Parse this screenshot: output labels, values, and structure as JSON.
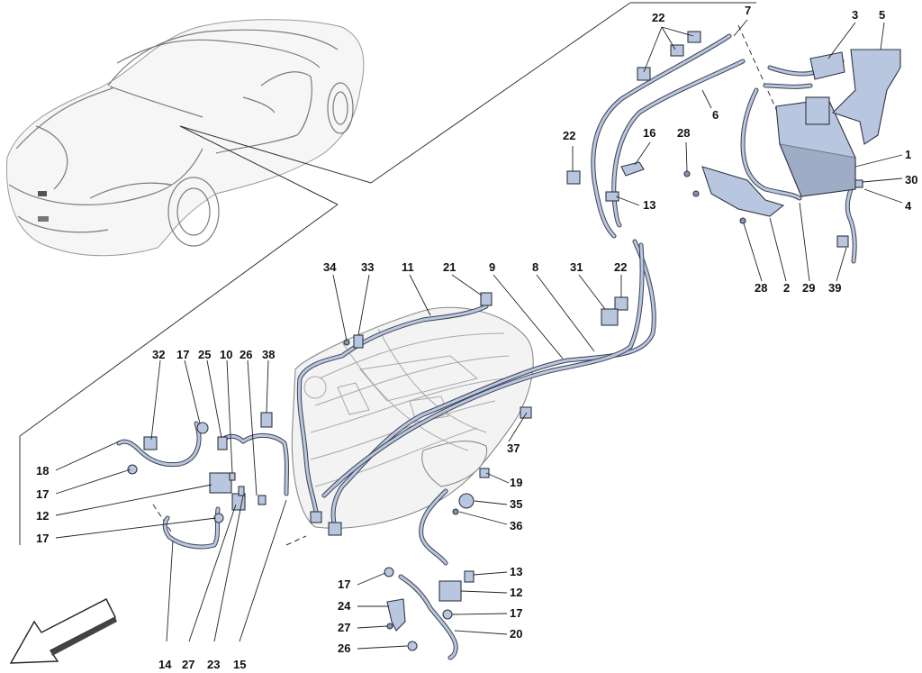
{
  "callouts": [
    {
      "id": "c22a",
      "text": "22"
    },
    {
      "id": "c7",
      "text": "7"
    },
    {
      "id": "c3",
      "text": "3"
    },
    {
      "id": "c5",
      "text": "5"
    },
    {
      "id": "c6",
      "text": "6"
    },
    {
      "id": "c1",
      "text": "1"
    },
    {
      "id": "c30",
      "text": "30"
    },
    {
      "id": "c4",
      "text": "4"
    },
    {
      "id": "c22b",
      "text": "22"
    },
    {
      "id": "c16",
      "text": "16"
    },
    {
      "id": "c28a",
      "text": "28"
    },
    {
      "id": "c13a",
      "text": "13"
    },
    {
      "id": "c28b",
      "text": "28"
    },
    {
      "id": "c2",
      "text": "2"
    },
    {
      "id": "c29",
      "text": "29"
    },
    {
      "id": "c39",
      "text": "39"
    },
    {
      "id": "c34",
      "text": "34"
    },
    {
      "id": "c33",
      "text": "33"
    },
    {
      "id": "c11",
      "text": "11"
    },
    {
      "id": "c21",
      "text": "21"
    },
    {
      "id": "c9",
      "text": "9"
    },
    {
      "id": "c8",
      "text": "8"
    },
    {
      "id": "c31",
      "text": "31"
    },
    {
      "id": "c22c",
      "text": "22"
    },
    {
      "id": "c32",
      "text": "32"
    },
    {
      "id": "c17a",
      "text": "17"
    },
    {
      "id": "c25",
      "text": "25"
    },
    {
      "id": "c10",
      "text": "10"
    },
    {
      "id": "c26a",
      "text": "26"
    },
    {
      "id": "c38",
      "text": "38"
    },
    {
      "id": "c18",
      "text": "18"
    },
    {
      "id": "c17b",
      "text": "17"
    },
    {
      "id": "c12a",
      "text": "12"
    },
    {
      "id": "c17c",
      "text": "17"
    },
    {
      "id": "c37",
      "text": "37"
    },
    {
      "id": "c19",
      "text": "19"
    },
    {
      "id": "c35",
      "text": "35"
    },
    {
      "id": "c36",
      "text": "36"
    },
    {
      "id": "c17d",
      "text": "17"
    },
    {
      "id": "c13b",
      "text": "13"
    },
    {
      "id": "c12b",
      "text": "12"
    },
    {
      "id": "c24",
      "text": "24"
    },
    {
      "id": "c17e",
      "text": "17"
    },
    {
      "id": "c27a",
      "text": "27"
    },
    {
      "id": "c20",
      "text": "20"
    },
    {
      "id": "c26b",
      "text": "26"
    },
    {
      "id": "c14",
      "text": "14"
    },
    {
      "id": "c27b",
      "text": "27"
    },
    {
      "id": "c23",
      "text": "23"
    },
    {
      "id": "c15",
      "text": "15"
    }
  ],
  "colors": {
    "part_fill": "#b9c6e0",
    "part_stroke": "#2f3540",
    "car_line": "#7c7c7c"
  }
}
